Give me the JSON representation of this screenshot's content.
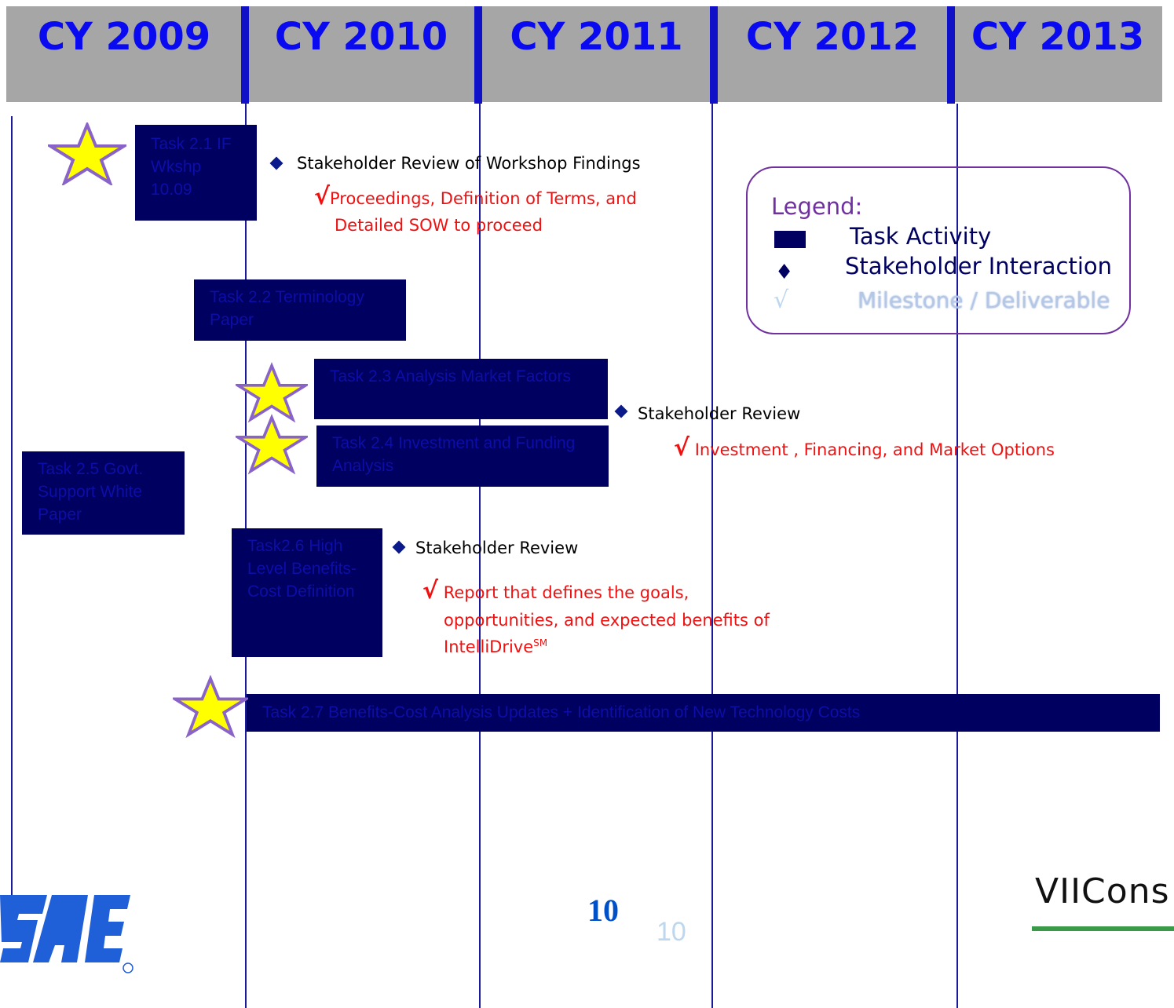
{
  "header": {
    "years": [
      "CY 2009",
      "CY 2010",
      "CY 2011",
      "CY 2012",
      "CY 2013"
    ],
    "color": "#0a0af0",
    "band_color": "#a6a6a6"
  },
  "tasks": {
    "t21": "Task 2.1 IF Wkshp 10.09",
    "t22": "Task 2.2 Terminology Paper",
    "t23": "Task 2.3 Analysis Market Factors",
    "t24": "Task 2.4 Investment and Funding Analysis",
    "t25": "Task 2.5 Govt. Support White Paper",
    "t26": "Task2.6 High Level Benefits-Cost Definition",
    "t27": "Task 2.7 Benefits-Cost Analysis Updates + Identification of New Technology Costs"
  },
  "notes": {
    "review1": "Stakeholder Review of Workshop Findings",
    "deliv1_line1": "Proceedings, Definition of Terms, and",
    "deliv1_line2": "Detailed SOW to proceed",
    "review2": "Stakeholder Review",
    "deliv2": "Investment , Financing, and Market Options",
    "review3": "Stakeholder Review",
    "deliv3_line1": "Report that defines the goals,",
    "deliv3_line2": "opportunities, and expected benefits of",
    "deliv3_line3": "IntelliDrive",
    "deliv3_sup": "SM",
    "check": "√"
  },
  "legend": {
    "title": "Legend:",
    "task": "Task Activity",
    "diamond": "♦",
    "stakeholder": "Stakeholder Interaction",
    "check": "√",
    "milestone": "Milestone / Deliverable"
  },
  "footer": {
    "page_bold": "10",
    "page_light": "10",
    "sae_logo": "SAE",
    "vii_logo": "VIICons"
  },
  "colors": {
    "task_fill": "#000060",
    "accent_red": "#f01010",
    "legend_border": "#7030a0",
    "star_fill": "#ffff00",
    "star_stroke": "#8a63c8"
  }
}
